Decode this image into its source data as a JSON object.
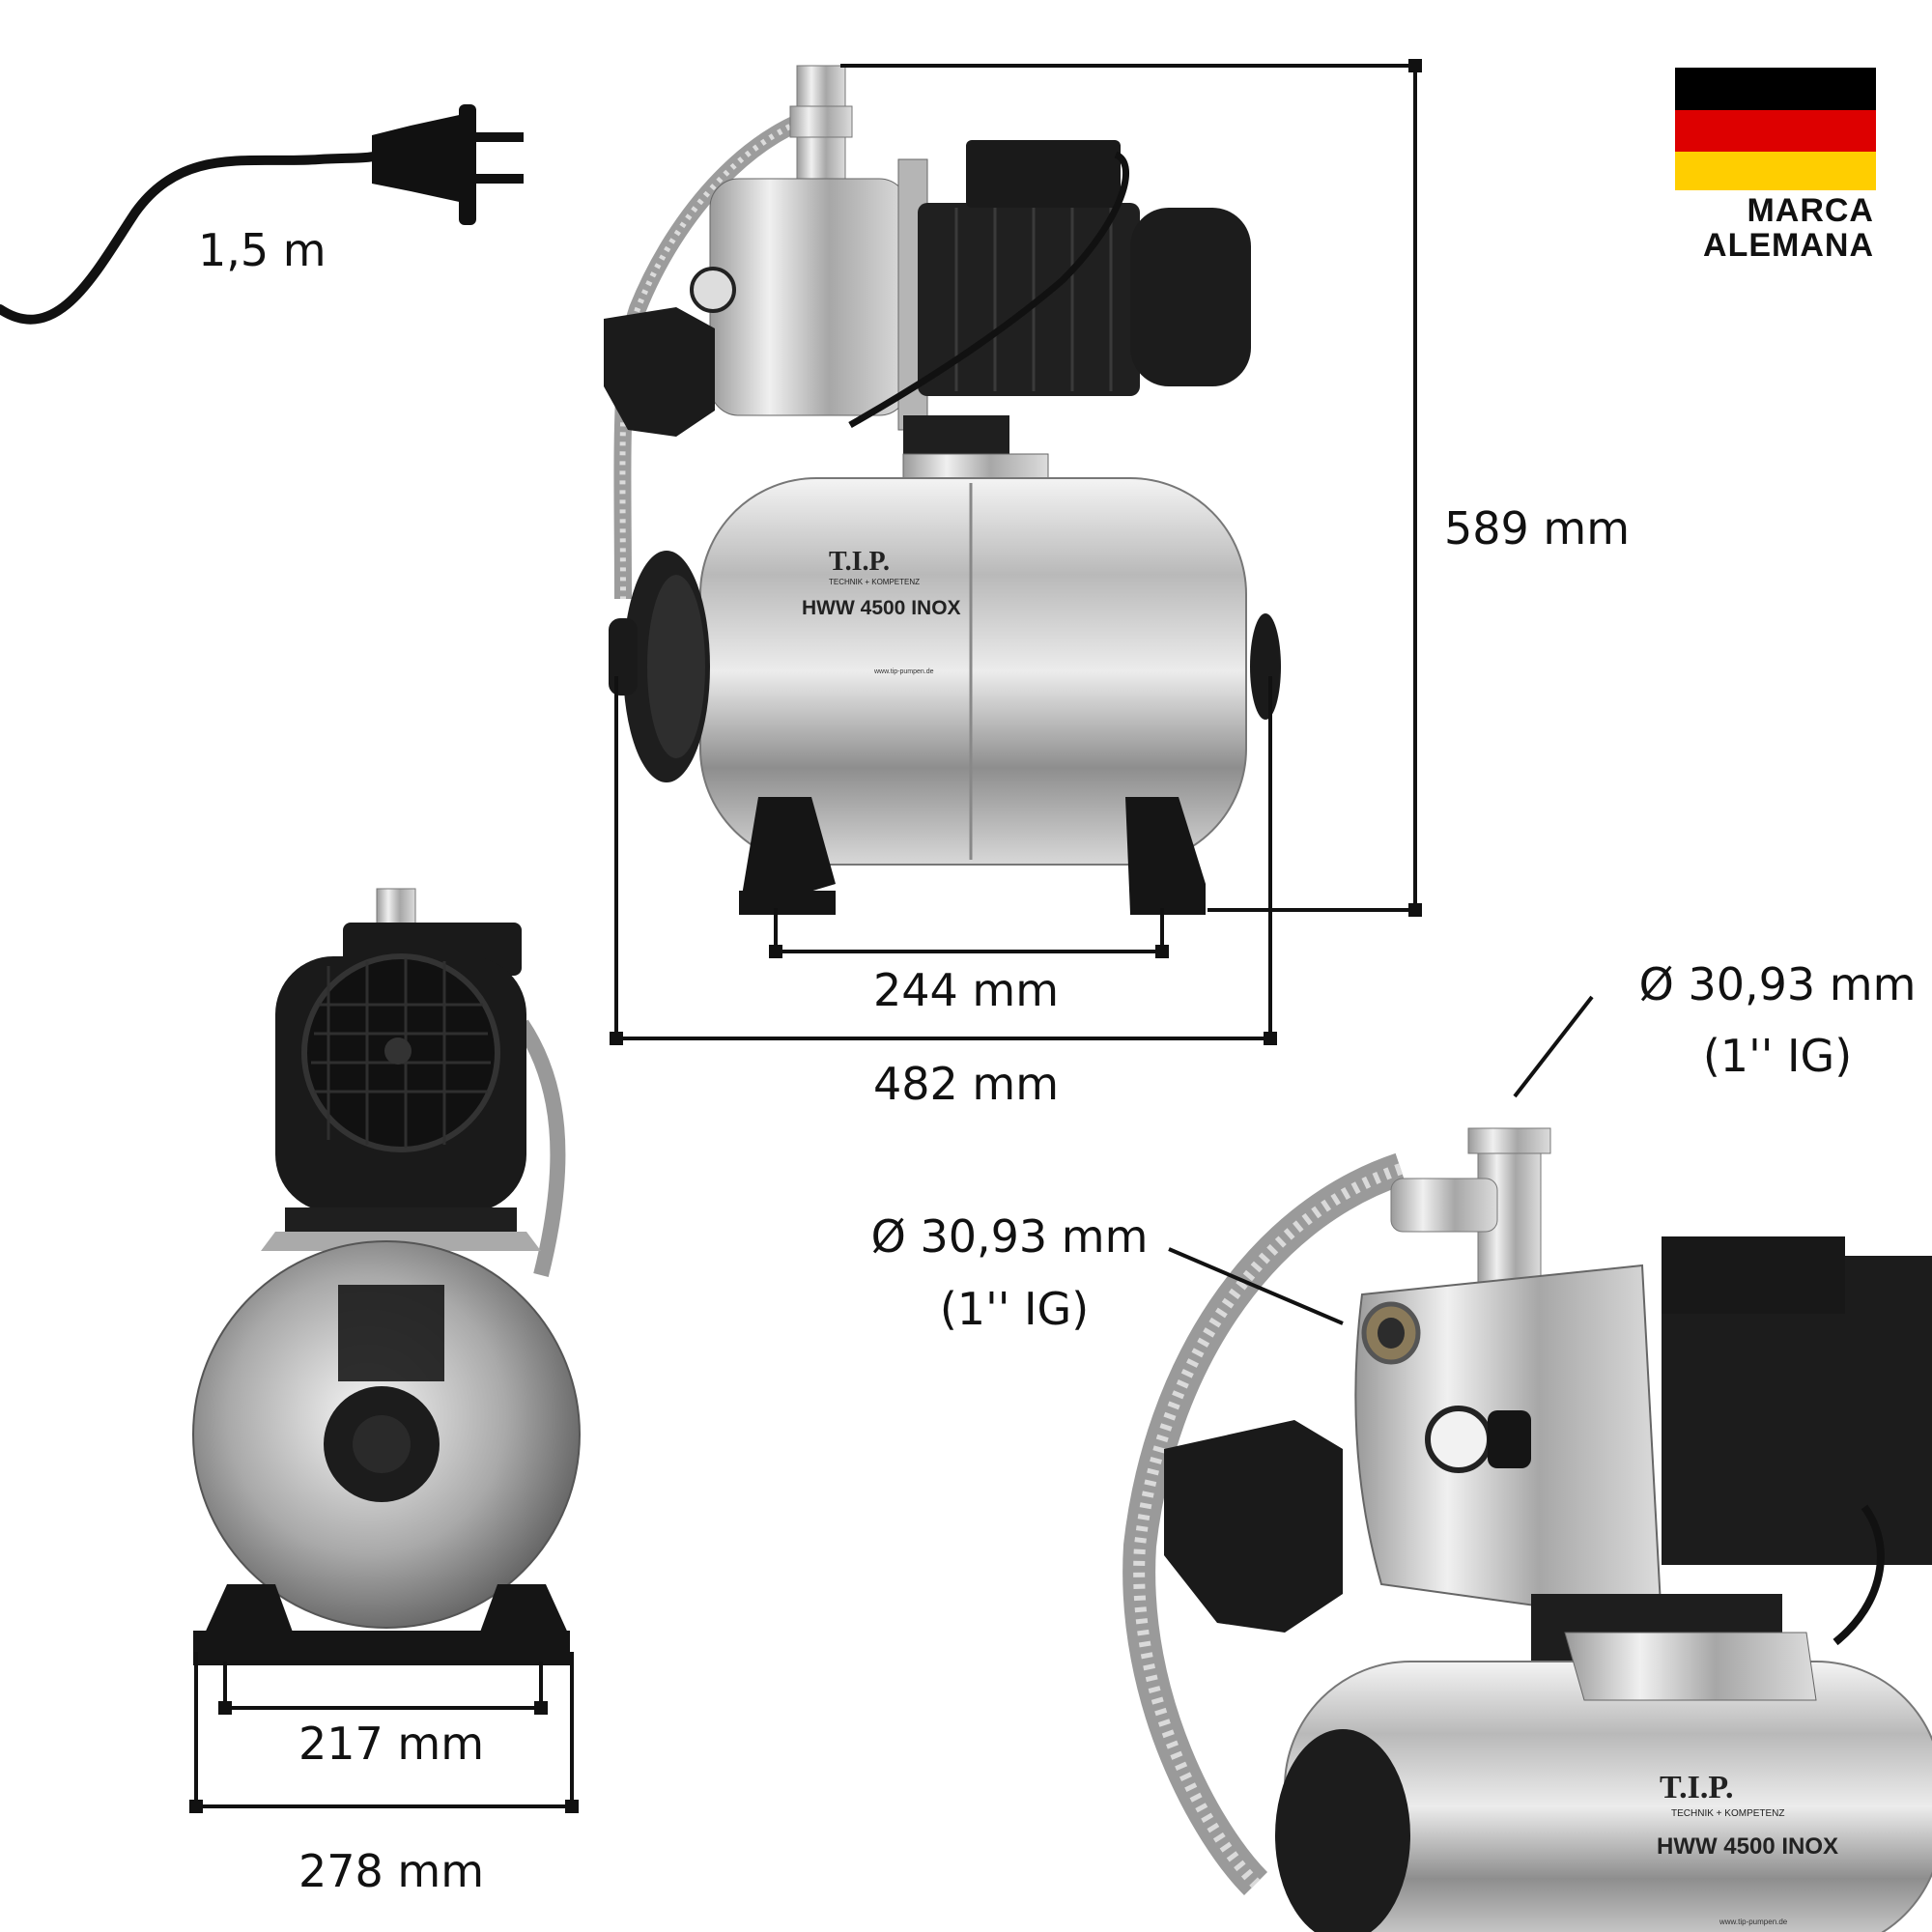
{
  "cable_length": "1,5 m",
  "badge": {
    "line1": "MARCA",
    "line2": "ALEMANA",
    "flag_colors": [
      "#000000",
      "#DD0000",
      "#FFCE00"
    ]
  },
  "dimensions": {
    "height": "589 mm",
    "foot_spacing_front": "244 mm",
    "width_total": "482 mm",
    "foot_spacing_side": "217 mm",
    "depth_total": "278 mm"
  },
  "connections": {
    "outlet_diameter": "Ø 30,93 mm",
    "outlet_thread": "(1'' IG)",
    "inlet_diameter": "Ø 30,93 mm",
    "inlet_thread": "(1'' IG)"
  },
  "product": {
    "brand": "T.I.P.",
    "tagline": "TECHNIK + KOMPETENZ",
    "model": "HWW 4500 INOX",
    "website": "www.tip-pumpen.de"
  }
}
